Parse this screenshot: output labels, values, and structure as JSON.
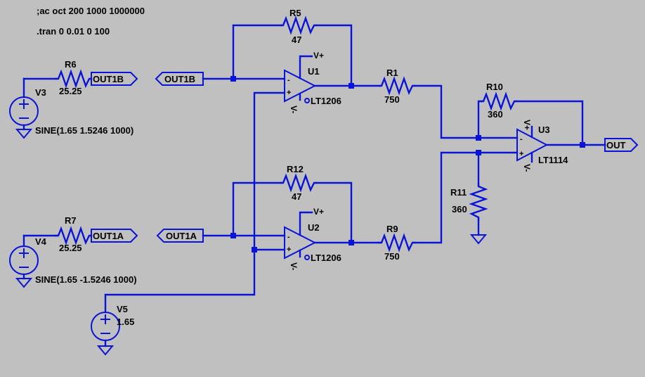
{
  "directives": {
    "ac": ";ac oct 200 1000 1000000",
    "tran": ".tran 0 0.01 0 100"
  },
  "resistors": {
    "r5": {
      "name": "R5",
      "value": "47"
    },
    "r6": {
      "name": "R6",
      "value": "25.25"
    },
    "r1": {
      "name": "R1",
      "value": "750"
    },
    "r10": {
      "name": "R10",
      "value": "360"
    },
    "r12": {
      "name": "R12",
      "value": "47"
    },
    "r7": {
      "name": "R7",
      "value": "25.25"
    },
    "r9": {
      "name": "R9",
      "value": "750"
    },
    "r11": {
      "name": "R11",
      "value": "360"
    }
  },
  "sources": {
    "v3": {
      "name": "V3",
      "value": "SINE(1.65 1.5246 1000)"
    },
    "v4": {
      "name": "V4",
      "value": "SINE(1.65 -1.5246 1000)"
    },
    "v5": {
      "name": "V5",
      "value": "1.65"
    }
  },
  "opamps": {
    "u1": {
      "name": "U1",
      "model": "LT1206"
    },
    "u2": {
      "name": "U2",
      "model": "LT1206"
    },
    "u3": {
      "name": "U3",
      "model": "LT1114"
    }
  },
  "supply": {
    "vplus": "V+",
    "vminus": "V-"
  },
  "pin_signs": {
    "plus": "+",
    "minus": "-"
  },
  "net_labels": {
    "out1b": "OUT1B",
    "out1a": "OUT1A",
    "out": "OUT"
  },
  "colors": {
    "background": "#c0c0c0",
    "wire": "#0a14d6",
    "text": "#000000"
  }
}
